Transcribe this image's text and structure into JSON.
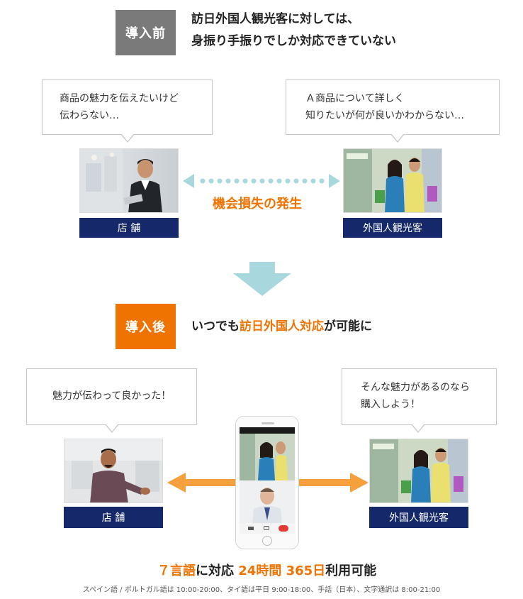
{
  "before": {
    "tag": "導入前",
    "heading_line1": "訪日外国人観光客に対しては、",
    "heading_line2": "身振り手振りでしか対応できていない",
    "bubble_left": [
      "商品の魅力を伝えたいけど",
      "伝わらない…"
    ],
    "bubble_right": [
      "Ａ商品について詳しく",
      "知りたいが何が良いかわからない…"
    ],
    "label_left": "店 舗",
    "label_right": "外国人観光客",
    "loss_text": "機会損失の発生"
  },
  "after": {
    "tag": "導入後",
    "heading_prefix": "いつでも",
    "heading_highlight": "訪日外国人対応",
    "heading_suffix": "が可能に",
    "bubble_left": [
      "魅力が伝わって良かった！"
    ],
    "bubble_right": [
      "そんな魅力があるのなら",
      "購入しよう！"
    ],
    "label_left": "店 舗",
    "label_right": "外国人観光客",
    "bottom_highlight1": "７言語",
    "bottom_text1": "に対応 ",
    "bottom_highlight2": "24時間 365日",
    "bottom_text2": "利用可能",
    "footnote": "スペイン語 / ポルトガル語は 10:00-20:00、タイ語は平日 9:00-18:00、手話（日本）、文字通訳は 8:00-21:00"
  },
  "colors": {
    "before_tag": "#7a7a7a",
    "after_tag": "#ee7300",
    "label": "#14286a",
    "accent": "#ee7300",
    "dots": "#a8d8de",
    "down_arrow": "#a8d8de",
    "side_arrow": "#f5a03c"
  },
  "icons": [
    "down-arrow-icon",
    "left-arrow-icon",
    "right-arrow-icon",
    "video-camera-icon",
    "chat-icon",
    "end-call-icon",
    "home-button-icon"
  ]
}
